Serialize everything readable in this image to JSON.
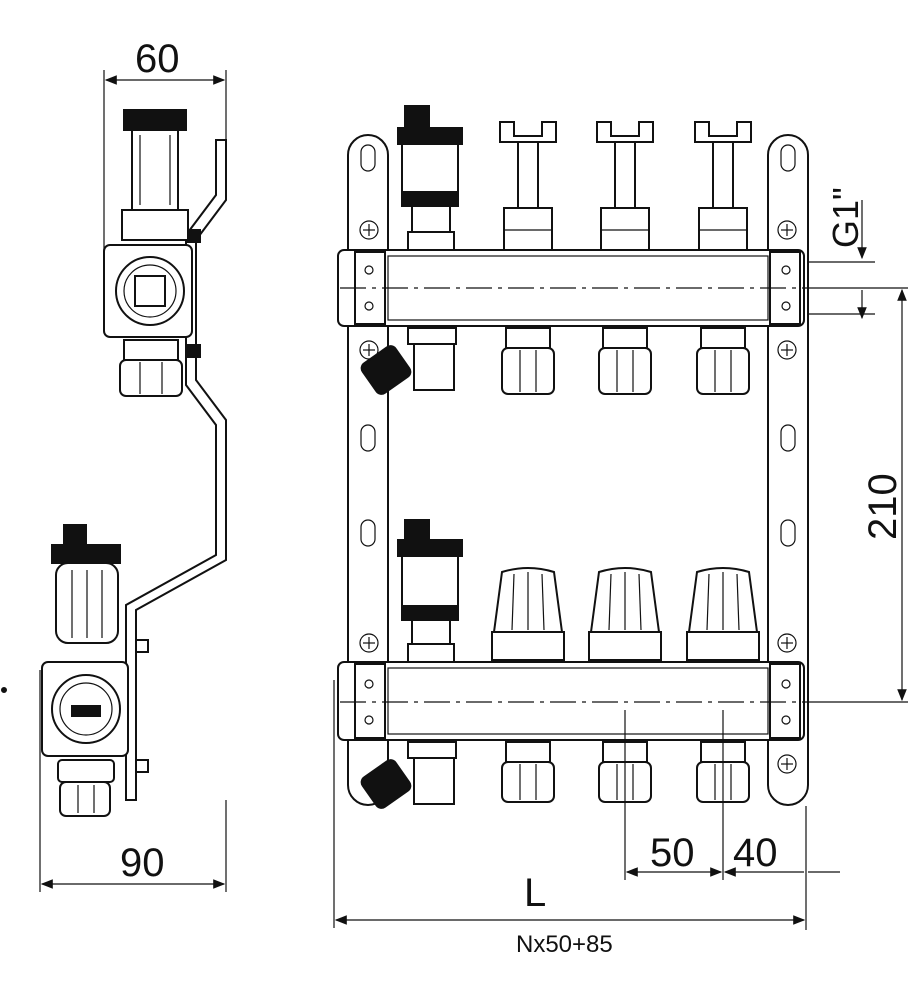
{
  "dimensions": {
    "side_top_width": "60",
    "side_bottom_width": "90",
    "thread": "G1\"",
    "spacing_vertical": "210",
    "spacing_outlet": "50",
    "spacing_end": "40",
    "length_label": "L",
    "length_formula": "Nx50+85"
  },
  "colors": {
    "line": "#111111",
    "background": "#ffffff"
  }
}
